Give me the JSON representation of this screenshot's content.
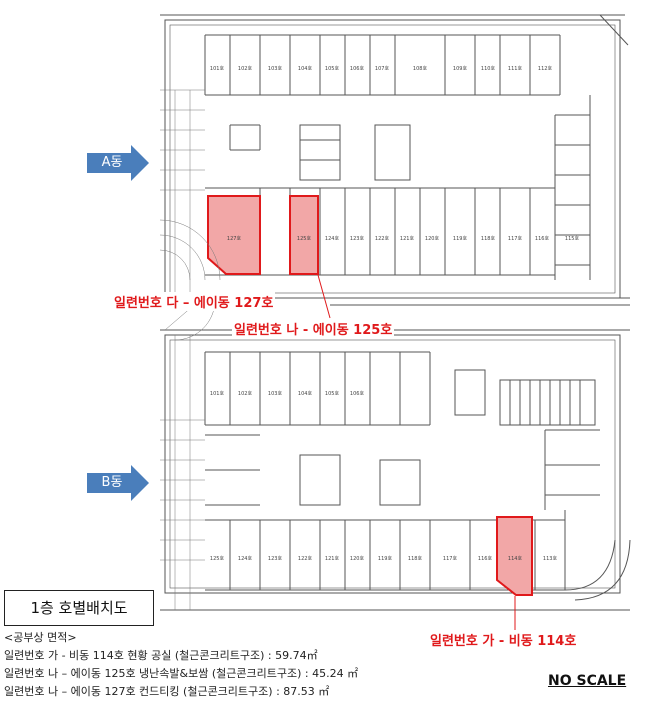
{
  "drawing": {
    "arrows": [
      {
        "id": "a",
        "label": "A동"
      },
      {
        "id": "b",
        "label": "B동"
      }
    ],
    "callouts": [
      {
        "id": "da",
        "text": "일련번호 다 – 에이동 127호"
      },
      {
        "id": "na",
        "text": "일련번호 나 - 에이동 125호"
      },
      {
        "id": "ga",
        "text": "일련번호 가 - 비동 114호"
      }
    ],
    "title": "1층 호별배치도",
    "no_scale": "NO SCALE",
    "colors": {
      "highlight_fill": "#f2a7a7",
      "highlight_stroke": "#e0191b",
      "arrow": "#4a7ebb"
    }
  },
  "notes": {
    "heading": "<공부상 면적>",
    "lines": [
      "일련번호 가 - 비동 114호 현황 공실 (철근콘크리트구조) : 59.74㎡",
      "일련번호 나 – 에이동 125호 냉난속발&보쌈 (철근콘크리트구조) : 45.24 ㎡",
      "일련번호 나 – 에이동 127호 컨드티킹 (철근콘크리트구조) : 87.53 ㎡"
    ]
  },
  "units": {
    "a_top": [
      "101호",
      "102호",
      "103호",
      "104호",
      "105호",
      "106호",
      "107호",
      "108호",
      "109호",
      "110호",
      "111호",
      "112호"
    ],
    "a_bottom": [
      "127호",
      "125호",
      "124호",
      "123호",
      "122호",
      "121호",
      "120호",
      "119호",
      "118호",
      "117호",
      "116호",
      "115호"
    ],
    "b_top": [
      "101호",
      "102호",
      "103호",
      "104호",
      "105호",
      "106호"
    ],
    "b_bottom": [
      "125호",
      "124호",
      "123호",
      "122호",
      "121호",
      "120호",
      "119호",
      "118호",
      "117호",
      "116호",
      "114호",
      "113호"
    ]
  }
}
